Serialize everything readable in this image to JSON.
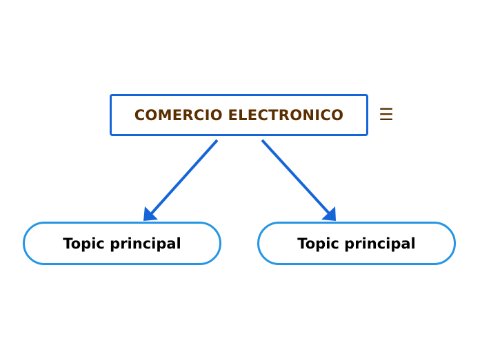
{
  "map": {
    "root": {
      "label": "COMERCIO ELECTRONICO",
      "menu_icon": "hamburger-menu-icon"
    },
    "topics": [
      {
        "label": "Topic principal"
      },
      {
        "label": "Topic principal"
      }
    ]
  },
  "colors": {
    "root_border": "#1565d8",
    "root_text": "#5b2e00",
    "connector": "#1565d8",
    "topic_border": "#2496e4",
    "topic_text": "#000000"
  }
}
